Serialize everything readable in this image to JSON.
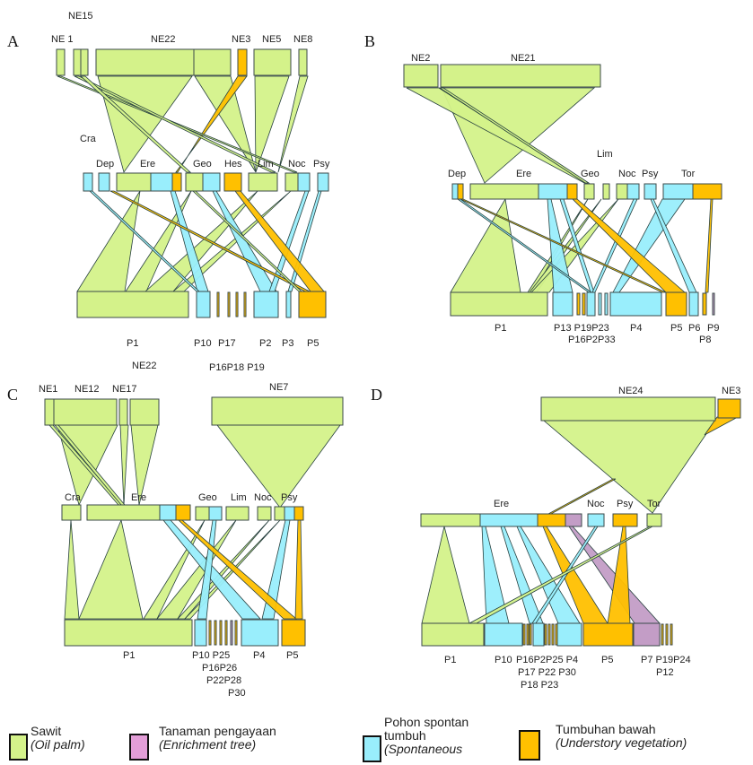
{
  "colors": {
    "oil_palm": "#d4f28a",
    "enrichment": "#c39dc6",
    "spontaneous": "#99eefc",
    "understory": "#ffc000",
    "link_stroke": "#27403f"
  },
  "legend": [
    {
      "key": "oil_palm",
      "label": "Sawit",
      "sublabel": "(Oil palm)",
      "swatch": "#d4f28a"
    },
    {
      "key": "enrichment",
      "label": "Tanaman pengayaan",
      "sublabel": "(Enrichment tree)",
      "swatch": "#e39ed8"
    },
    {
      "key": "spontaneous",
      "label": "Pohon spontan tumbuh",
      "sublabel": "(Spontaneous",
      "swatch": "#99eefc"
    },
    {
      "key": "understory",
      "label": "Tumbuhan bawah",
      "sublabel": "(Understory vegetation)",
      "swatch": "#ffc000"
    }
  ],
  "panels": [
    {
      "id": "A",
      "letter": "A",
      "top_level": [
        "NE1",
        "NE15",
        "NE22",
        "NE3",
        "NE5",
        "NE8"
      ],
      "middle_level": [
        "Cra",
        "Dep",
        "Ere",
        "Geo",
        "Hes",
        "Lim",
        "Noc",
        "Psy"
      ],
      "bottom_level": [
        "P1",
        "P10",
        "P17",
        "P2",
        "P3",
        "P5"
      ],
      "labels": {
        "top": [
          {
            "text": "NE15"
          },
          {
            "text": "NE 1"
          },
          {
            "text": "NE22"
          },
          {
            "text": "NE3"
          },
          {
            "text": "NE5"
          },
          {
            "text": "NE8"
          }
        ],
        "middle": [
          {
            "text": "Cra"
          },
          {
            "text": "Dep"
          },
          {
            "text": "Ere"
          },
          {
            "text": "Geo"
          },
          {
            "text": "Hes"
          },
          {
            "text": "Lim"
          },
          {
            "text": "Noc"
          },
          {
            "text": "Psy"
          }
        ],
        "bottom": [
          {
            "text": "P1"
          },
          {
            "text": "P10"
          },
          {
            "text": "P17"
          },
          {
            "text": "P2"
          },
          {
            "text": "P3"
          },
          {
            "text": "P5"
          }
        ]
      }
    },
    {
      "id": "B",
      "letter": "B",
      "top_level": [
        "NE2",
        "NE21"
      ],
      "middle_level": [
        "Dep",
        "Ere",
        "Geo",
        "Lim",
        "Noc",
        "Psy",
        "Tor"
      ],
      "bottom_level": [
        "P1",
        "P13",
        "P19",
        "P23",
        "P16",
        "P2",
        "P33",
        "P4",
        "P5",
        "P6",
        "P9",
        "P8"
      ],
      "labels": {
        "top": [
          {
            "text": "NE2"
          },
          {
            "text": "NE21"
          }
        ],
        "middle": [
          {
            "text": "Dep"
          },
          {
            "text": "Ere"
          },
          {
            "text": "Geo"
          },
          {
            "text": "Lim"
          },
          {
            "text": "Noc"
          },
          {
            "text": "Psy"
          },
          {
            "text": "Tor"
          }
        ],
        "bottom": [
          {
            "text": "P1"
          },
          {
            "text": "P13 P19P23"
          },
          {
            "text": "P16P2P33"
          },
          {
            "text": "P4"
          },
          {
            "text": "P5"
          },
          {
            "text": "P6"
          },
          {
            "text": "P9"
          },
          {
            "text": "P8"
          }
        ]
      }
    },
    {
      "id": "C",
      "letter": "C",
      "top_level": [
        "NE1",
        "NE12",
        "NE17",
        "NE22",
        "NE7"
      ],
      "middle_level": [
        "Cra",
        "Ere",
        "Geo",
        "Lim",
        "Noc",
        "Psy"
      ],
      "bottom_level": [
        "P1",
        "P10",
        "P25",
        "P16",
        "P26",
        "P22",
        "P28",
        "P30",
        "P4",
        "P5"
      ],
      "labels": {
        "top": [
          {
            "text": "NE22"
          },
          {
            "text": "P16P18 P19"
          },
          {
            "text": "NE1"
          },
          {
            "text": "NE12"
          },
          {
            "text": "NE17"
          },
          {
            "text": "NE7"
          }
        ],
        "middle": [
          {
            "text": "Cra"
          },
          {
            "text": "Ere"
          },
          {
            "text": "Geo"
          },
          {
            "text": "Lim"
          },
          {
            "text": "Noc"
          },
          {
            "text": "Psy"
          }
        ],
        "bottom": [
          {
            "text": "P1"
          },
          {
            "text": "P10 P25"
          },
          {
            "text": "P16P26"
          },
          {
            "text": "P22P28"
          },
          {
            "text": "P30"
          },
          {
            "text": "P4"
          },
          {
            "text": "P5"
          }
        ]
      }
    },
    {
      "id": "D",
      "letter": "D",
      "top_level": [
        "NE24",
        "NE3"
      ],
      "middle_level": [
        "Ere",
        "Noc",
        "Psy",
        "Tor"
      ],
      "bottom_level": [
        "P1",
        "P10",
        "P16",
        "P17",
        "P18",
        "P2",
        "P22",
        "P23",
        "P25",
        "P30",
        "P4",
        "P5",
        "P7",
        "P19",
        "P12",
        "P24"
      ],
      "labels": {
        "top": [
          {
            "text": "NE24"
          },
          {
            "text": "NE3"
          }
        ],
        "middle": [
          {
            "text": "Ere"
          },
          {
            "text": "Noc"
          },
          {
            "text": "Psy"
          },
          {
            "text": "Tor"
          }
        ],
        "bottom": [
          {
            "text": "P1"
          },
          {
            "text": "P10"
          },
          {
            "text": "P16P2P25 P4"
          },
          {
            "text": "P17 P22 P30"
          },
          {
            "text": "P18 P23"
          },
          {
            "text": "P5"
          },
          {
            "text": "P7 P19P24"
          },
          {
            "text": "P12"
          }
        ]
      }
    }
  ]
}
